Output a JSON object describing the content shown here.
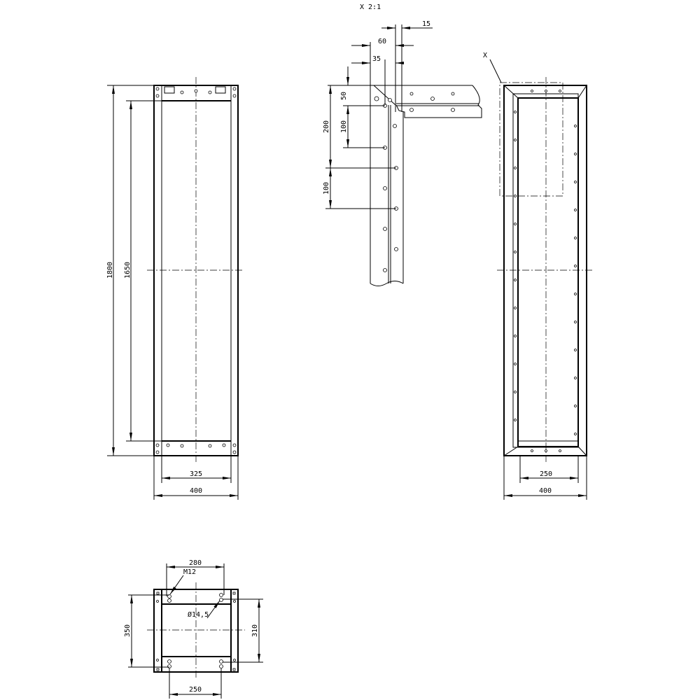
{
  "title": "Electrical cabinet frame – dimension drawing",
  "front_view": {
    "height_outer": "1800",
    "height_inner": "1650",
    "width_inner": "325",
    "width_outer": "400"
  },
  "detail_view": {
    "label": "X 2:1",
    "dim_15": "15",
    "dim_60": "60",
    "dim_35": "35",
    "dim_50": "50",
    "dim_200": "200",
    "dim_100_a": "100",
    "dim_100_b": "100"
  },
  "side_view": {
    "detail_marker": "X",
    "width_inner": "250",
    "width_outer": "400"
  },
  "bottom_view": {
    "width_top": "280",
    "thread": "M12",
    "hole_dia": "Ø14,5",
    "depth_outer": "350",
    "depth_inner": "310",
    "width_bottom": "250"
  }
}
